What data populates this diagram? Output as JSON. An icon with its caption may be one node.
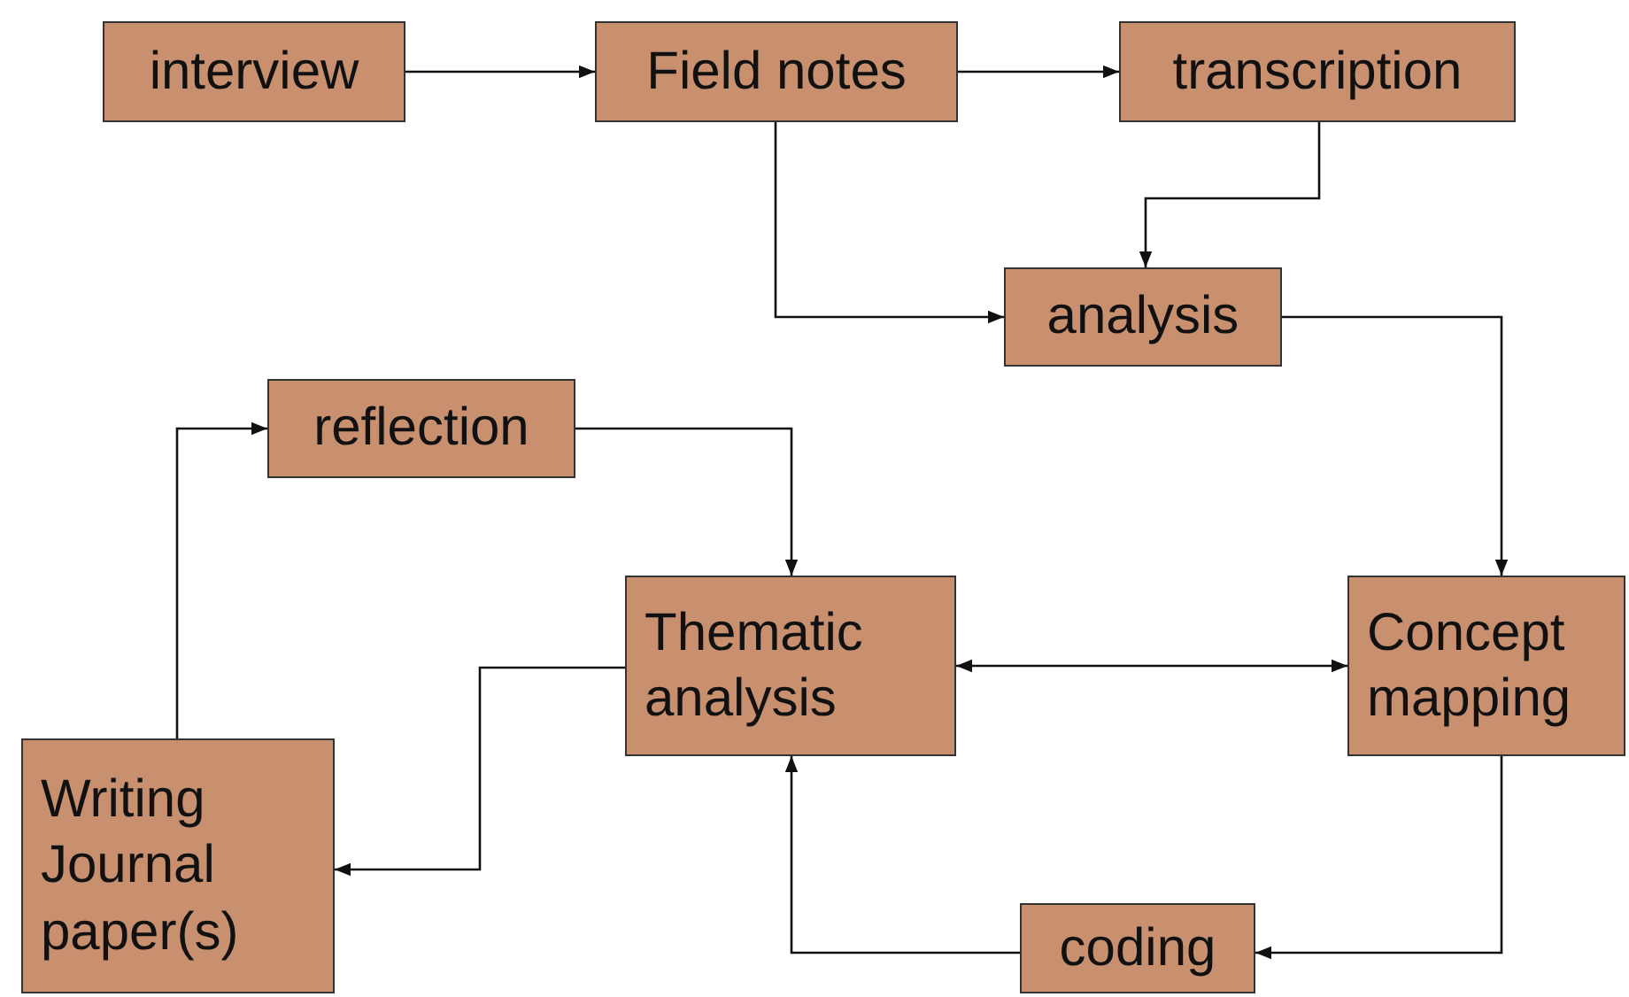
{
  "diagram": {
    "nodes": [
      {
        "text": [
          "interview"
        ]
      },
      {
        "text": [
          "Field notes"
        ]
      },
      {
        "text": [
          "transcription"
        ]
      },
      {
        "text": [
          "analysis"
        ]
      },
      {
        "text": [
          "reflection"
        ]
      },
      {
        "text": [
          "Thematic analysis"
        ]
      },
      {
        "text": [
          "Concept mapping"
        ]
      },
      {
        "text": [
          "Writing Journal paper(s)"
        ]
      },
      {
        "text": [
          "coding"
        ]
      }
    ],
    "edges": [
      {
        "from": 0,
        "to": 1,
        "arrow": "to"
      },
      {
        "from": 1,
        "to": 2,
        "arrow": "to"
      },
      {
        "from": 2,
        "to": 3,
        "arrow": "to"
      },
      {
        "from": 1,
        "to": 3,
        "arrow": "to"
      },
      {
        "from": 3,
        "to": 6,
        "arrow": "to"
      },
      {
        "from": 4,
        "to": 5,
        "arrow": "to"
      },
      {
        "from": 5,
        "to": 6,
        "arrow": "both"
      },
      {
        "from": 5,
        "to": 7,
        "arrow": "to"
      },
      {
        "from": 7,
        "to": 4,
        "arrow": "to"
      },
      {
        "from": 6,
        "to": 8,
        "arrow": "to"
      },
      {
        "from": 8,
        "to": 5,
        "arrow": "to"
      }
    ]
  }
}
